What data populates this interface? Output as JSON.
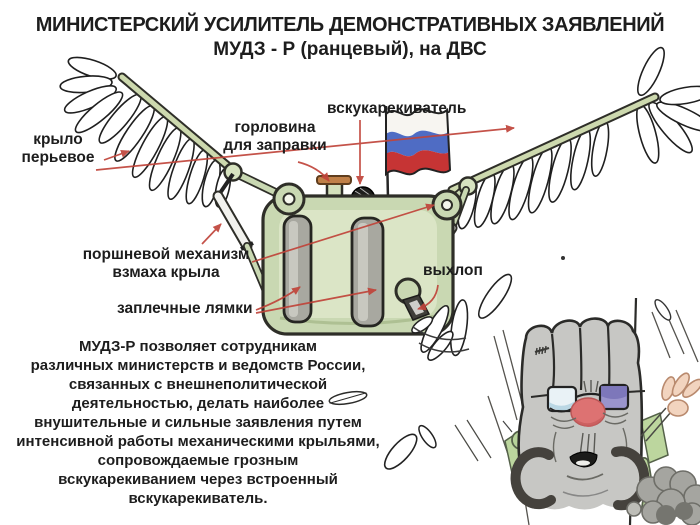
{
  "title": {
    "line1": "МИНИСТЕРСКИЙ УСИЛИТЕЛЬ ДЕМОНСТРАТИВНЫХ ЗАЯВЛЕНИЙ",
    "line2": "МУДЗ - Р (ранцевый), на ДВС"
  },
  "labels": {
    "feather_wing": "крыло\nперьевое",
    "filler_neck": "горловина\nдля заправки",
    "crower": "вскукарекиватель",
    "piston_mechanism": "поршневой механизм\nвзмаха крыла",
    "shoulder_straps": "заплечные лямки",
    "exhaust": "выхлоп"
  },
  "description": "МУДЗ-Р позволяет сотрудникам\nразличных министерств и ведомств России,\nсвязанных с внешнеполитической\nдеятельностью, делать наиболее\nвнушительные и сильные заявления путем\nинтенсивной работы механическими крыльями,\nсопровождаемые грозным\nвскукарекиванием через встроенный\nвскукарекиватель.",
  "icons": {
    "flag": "russian-flag"
  },
  "colors": {
    "arrow": "#c0443a",
    "device_green": "#c9d8b2",
    "strap_gray": "#a8a8a0",
    "flag_white": "#f7f5f1",
    "flag_blue": "#4f6cc4",
    "flag_red": "#c63434",
    "nose_red": "#dd7272",
    "smoke_gray": "#a5a5a0",
    "text": "#1d1d1d"
  }
}
